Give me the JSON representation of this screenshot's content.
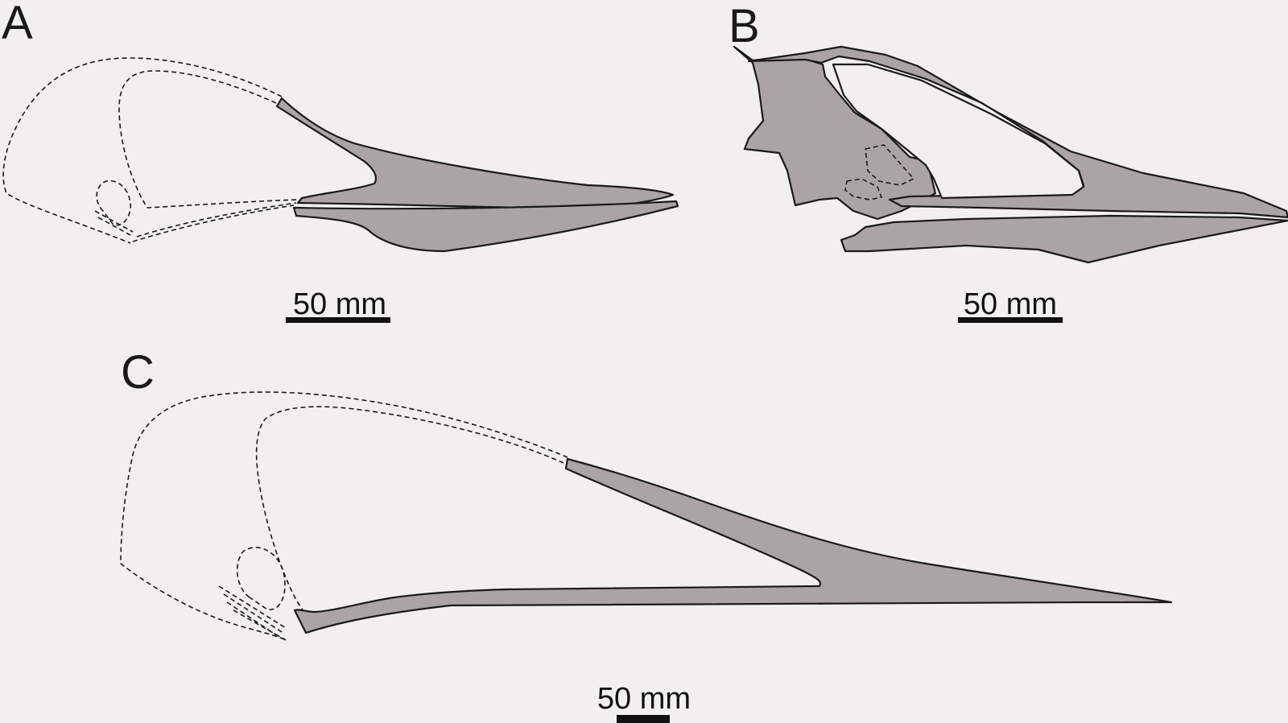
{
  "panels": [
    {
      "letter": "A",
      "scale_label": "50 mm"
    },
    {
      "letter": "B",
      "scale_label": "50 mm"
    },
    {
      "letter": "C",
      "scale_label": "50 mm"
    }
  ],
  "colors": {
    "background": "#f1f0ef",
    "bone_fill": "#aaa4a2",
    "outline": "#1a1a1a"
  }
}
